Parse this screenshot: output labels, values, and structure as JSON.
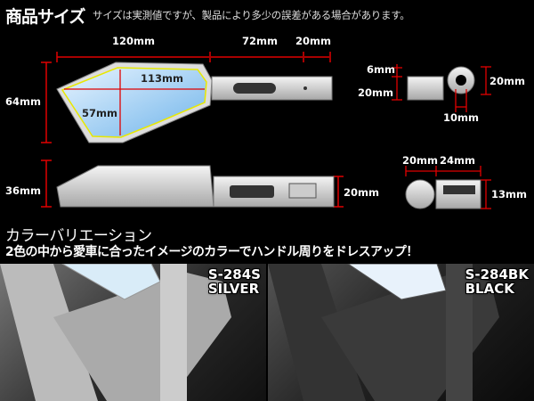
{
  "header": {
    "title": "商品サイズ",
    "note": "サイズは実測値ですが、製品により多少の誤差がある場合があります。"
  },
  "top_view": {
    "width_mirror": "120mm",
    "width_arm": "72mm",
    "width_end": "20mm",
    "height": "64mm",
    "mirror_width": "113mm",
    "mirror_height": "57mm"
  },
  "side_view": {
    "thickness": "36mm",
    "arm_height": "20mm"
  },
  "detail_top": {
    "offset": "6mm",
    "width": "20mm",
    "height": "20mm",
    "hole": "10mm"
  },
  "detail_side": {
    "left": "20mm",
    "right": "24mm",
    "height": "13mm"
  },
  "variations": {
    "title": "カラーバリエーション",
    "subtitle": "2色の中から愛車に合ったイメージのカラーでハンドル周りをドレスアップ！",
    "items": [
      {
        "code": "S-284S",
        "color": "SILVER"
      },
      {
        "code": "S-284BK",
        "color": "BLACK"
      }
    ]
  },
  "colors": {
    "dimension_line": "#e00000",
    "mirror_outline": "#e8e800",
    "mirror_glass": "#a8d4f5"
  }
}
